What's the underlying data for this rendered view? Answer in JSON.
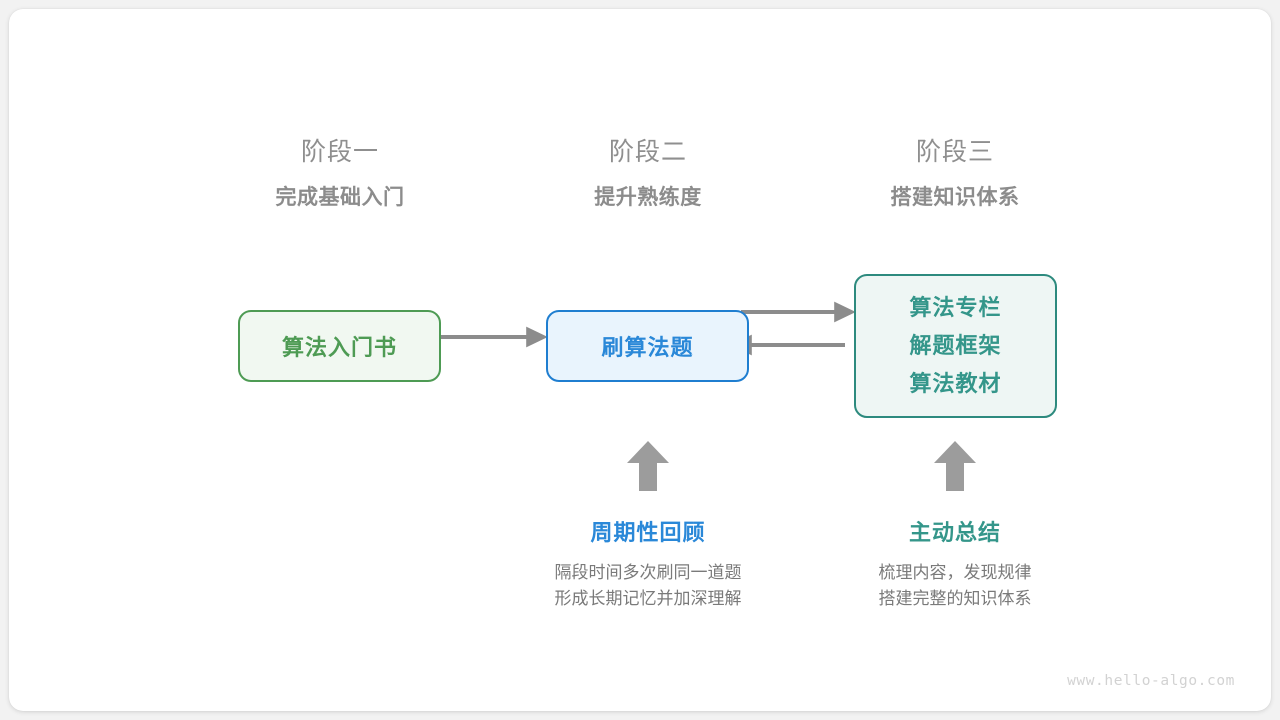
{
  "diagram": {
    "background_color": "#f2f2f2",
    "card_color": "#ffffff",
    "stages": [
      {
        "index_label": "阶段一",
        "title": "完成基础入门"
      },
      {
        "index_label": "阶段二",
        "title": "提升熟练度"
      },
      {
        "index_label": "阶段三",
        "title": "搭建知识体系"
      }
    ],
    "nodes": [
      {
        "id": "book",
        "lines": [
          "算法入门书"
        ],
        "border_color": "#4e9b54",
        "fill_color": "#f1f8f1",
        "text_color": "#4e9b54"
      },
      {
        "id": "practice",
        "lines": [
          "刷算法题"
        ],
        "border_color": "#1f7ed0",
        "fill_color": "#e9f4fd",
        "text_color": "#2a88d8"
      },
      {
        "id": "resources",
        "lines": [
          "算法专栏",
          "解题框架",
          "算法教材"
        ],
        "border_color": "#2d8a7e",
        "fill_color": "#eef6f4",
        "text_color": "#34968a"
      }
    ],
    "arrow_color": "#8c8c8c",
    "annotations": [
      {
        "id": "review",
        "title": "周期性回顾",
        "title_color": "#2a88d8",
        "description_lines": [
          "隔段时间多次刷同一道题",
          "形成长期记忆并加深理解"
        ]
      },
      {
        "id": "summary",
        "title": "主动总结",
        "title_color": "#34968a",
        "description_lines": [
          "梳理内容，发现规律",
          "搭建完整的知识体系"
        ]
      }
    ],
    "watermark": "www.hello-algo.com"
  }
}
